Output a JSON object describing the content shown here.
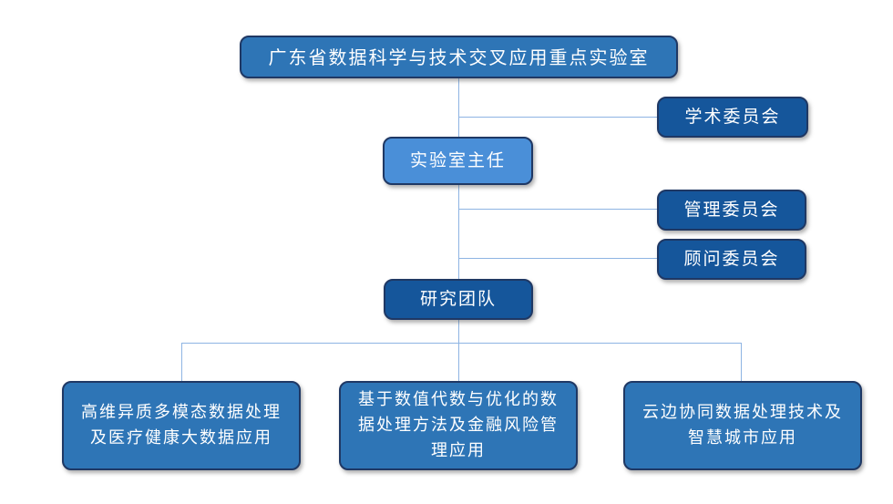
{
  "diagram": {
    "type": "org-chart",
    "nodes": {
      "root": {
        "label": "广东省数据科学与技术交叉应用重点实验室"
      },
      "academic": {
        "label": "学术委员会"
      },
      "director": {
        "label": "实验室主任"
      },
      "management": {
        "label": "管理委员会"
      },
      "advisory": {
        "label": "顾问委员会"
      },
      "research": {
        "label": "研究团队"
      },
      "team1": {
        "label": "高维异质多模态数据处理及医疗健康大数据应用"
      },
      "team2": {
        "label": "基于数值代数与优化的数据处理方法及金融风险管理应用"
      },
      "team3": {
        "label": "云边协同数据处理技术及智慧城市应用"
      }
    },
    "edges": [
      {
        "from": "root",
        "to": "director"
      },
      {
        "from": "root",
        "to": "academic"
      },
      {
        "from": "director",
        "to": "management"
      },
      {
        "from": "director",
        "to": "advisory"
      },
      {
        "from": "director",
        "to": "research"
      },
      {
        "from": "research",
        "to": "team1"
      },
      {
        "from": "research",
        "to": "team2"
      },
      {
        "from": "research",
        "to": "team3"
      }
    ],
    "colors": {
      "box_fill_medium": "#2E75B6",
      "box_fill_dark": "#15569B",
      "box_fill_light": "#4A8FD8",
      "box_border": "#1F3864",
      "connector_line": "#8EB4E3",
      "box_text": "#FFFFFF",
      "background": "#FFFFFF"
    }
  }
}
